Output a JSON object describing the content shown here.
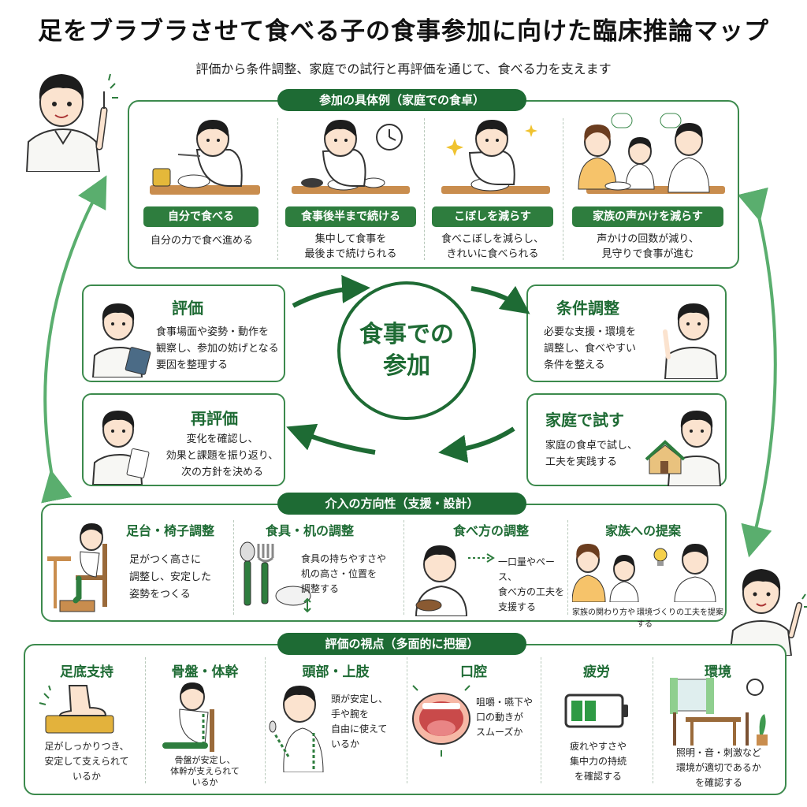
{
  "header": {
    "title": "足をブラブラさせて食べる子の食事参加に向けた臨床推論マップ",
    "subtitle": "評価から条件調整、家庭での試行と再評価を通じて、食べる力を支えます"
  },
  "participation": {
    "heading": "参加の具体例（家庭での食卓）",
    "items": [
      {
        "label": "自分で食べる",
        "desc": "自分の力で食べ進める"
      },
      {
        "label": "食事後半まで続ける",
        "desc": "集中して食事を\n最後まで続けられる"
      },
      {
        "label": "こぼしを減らす",
        "desc": "食べこぼしを減らし、\nきれいに食べられる"
      },
      {
        "label": "家族の声かけを減らす",
        "desc": "声かけの回数が減り、\n見守りで食事が進む"
      }
    ]
  },
  "cycle": {
    "center": "食事での\n参加",
    "evaluation": {
      "title": "評価",
      "text": "食事場面や姿勢・動作を\n観察し、参加の妨げとなる\n要因を整理する"
    },
    "adjustment": {
      "title": "条件調整",
      "text": "必要な支援・環境を\n調整し、食べやすい\n条件を整える"
    },
    "home_trial": {
      "title": "家庭で試す",
      "text": "家庭の食卓で試し、\n工夫を実践する"
    },
    "re_evaluation": {
      "title": "再評価",
      "text": "変化を確認し、\n効果と課題を振り返り、\n次の方針を決める"
    }
  },
  "intervention": {
    "heading": "介入の方向性（支援・設計）",
    "items": [
      {
        "title": "足台・椅子調整",
        "text": "足がつく高さに\n調整し、安定した\n姿勢をつくる"
      },
      {
        "title": "食具・机の調整",
        "text": "食具の持ちやすさや\n机の高さ・位置を\n調整する"
      },
      {
        "title": "食べ方の調整",
        "text": "一口量やペース、\n食べ方の工夫を\n支援する"
      },
      {
        "title": "家族への提案",
        "text_left": "家族の関わり方や",
        "text_right": "環境づくりの工夫を提案する"
      }
    ]
  },
  "viewpoints": {
    "heading": "評価の視点（多面的に把握）",
    "items": [
      {
        "title": "足底支持",
        "text": "足がしっかりつき、\n安定して支えられて\nいるか"
      },
      {
        "title": "骨盤・体幹",
        "text": "骨盤が安定し、\n体幹が支えられて\nいるか"
      },
      {
        "title": "頭部・上肢",
        "text": "頭が安定し、\n手や腕を\n自由に使えて\nいるか"
      },
      {
        "title": "口腔",
        "text": "咀嚼・嚥下や\n口の動きが\nスムーズか"
      },
      {
        "title": "疲労",
        "text": "疲れやすさや\n集中力の持続\nを確認する"
      },
      {
        "title": "環境",
        "text": "照明・音・刺激など\n環境が適切であるか\nを確認する"
      }
    ]
  },
  "colors": {
    "primary": "#1e6b34",
    "accent": "#2e7d3e",
    "arrow": "#5aae6e"
  }
}
